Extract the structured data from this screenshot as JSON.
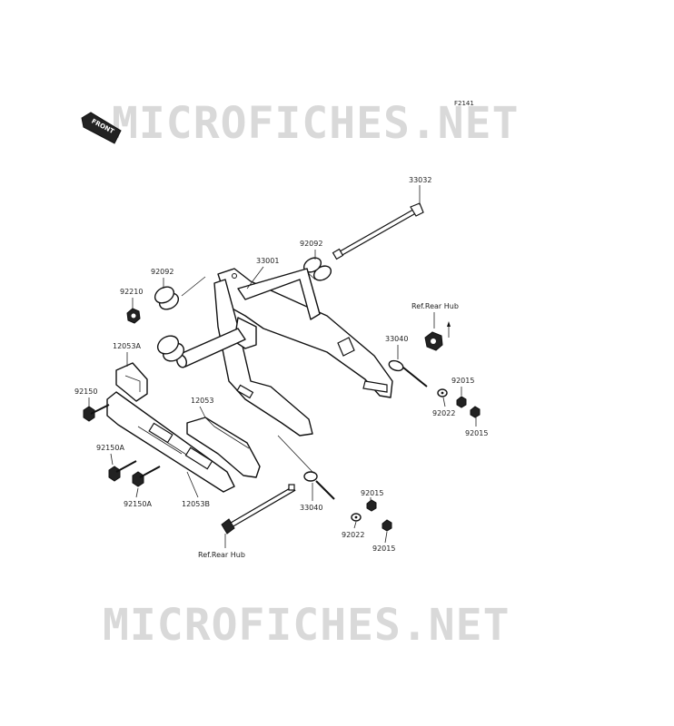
{
  "figure_id": "F2141",
  "watermark": "MICROFICHES.NET",
  "front_label": "FRONT",
  "callouts": {
    "p33032": "33032",
    "p92092_right": "92092",
    "p33001": "33001",
    "p92092_left": "92092",
    "p92210": "92210",
    "ref_rear_hub_top": "Ref.Rear Hub",
    "p33040_top": "33040",
    "p12053A": "12053A",
    "p92015_a": "92015",
    "p92022_top": "92022",
    "p92015_b": "92015",
    "p92150": "92150",
    "p12053": "12053",
    "p92150A_top": "92150A",
    "p92150A_bottom": "92150A",
    "p12053B": "12053B",
    "p33040_bottom": "33040",
    "p92015_c": "92015",
    "p92022_bottom": "92022",
    "p92015_d": "92015",
    "ref_rear_hub_bottom": "Ref.Rear Hub"
  }
}
